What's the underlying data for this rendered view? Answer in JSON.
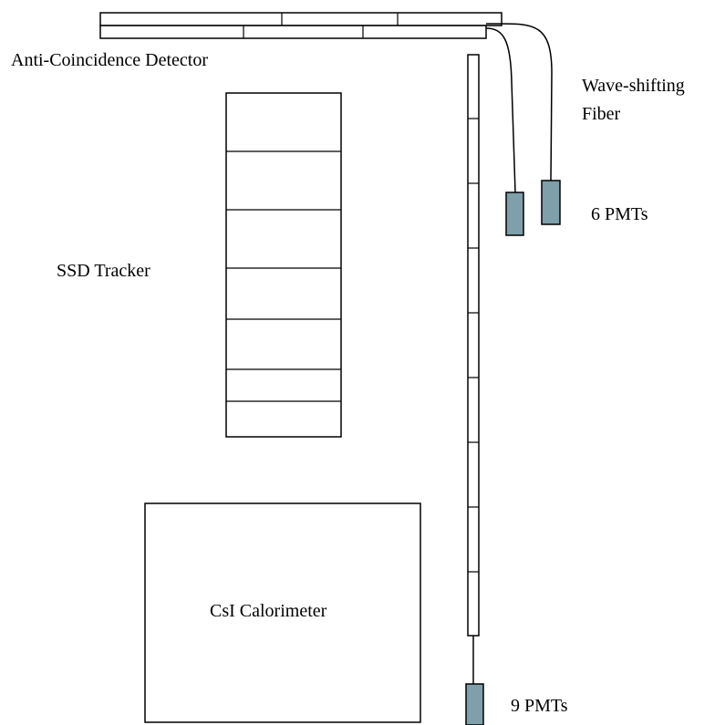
{
  "colors": {
    "pmt_fill": "#7f9faa",
    "line": "#000000",
    "background": "#ffffff"
  },
  "labels": {
    "acd": "Anti-Coincidence Detector",
    "fiber_line1": "Wave-shifting",
    "fiber_line2": "Fiber",
    "pmts_top": "6 PMTs",
    "tracker": "SSD Tracker",
    "calorimeter": "CsI Calorimeter",
    "pmts_bottom": "9 PMTs"
  }
}
